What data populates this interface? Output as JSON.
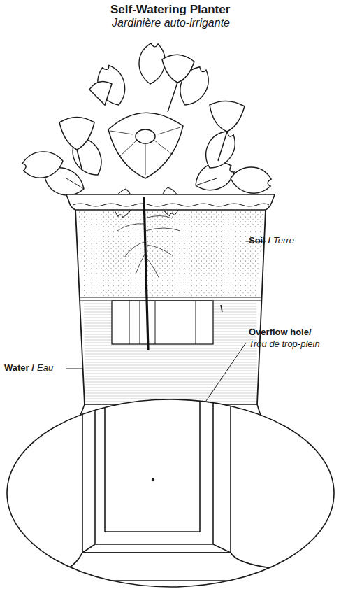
{
  "diagram": {
    "title": "Self-Watering Planter",
    "labels": [
      "Jardinière auto-irrigante",
      "Soil /",
      "Terre",
      "Overflow hole/",
      "Trou de trop-plein",
      "Water /",
      "Eau"
    ]
  }
}
